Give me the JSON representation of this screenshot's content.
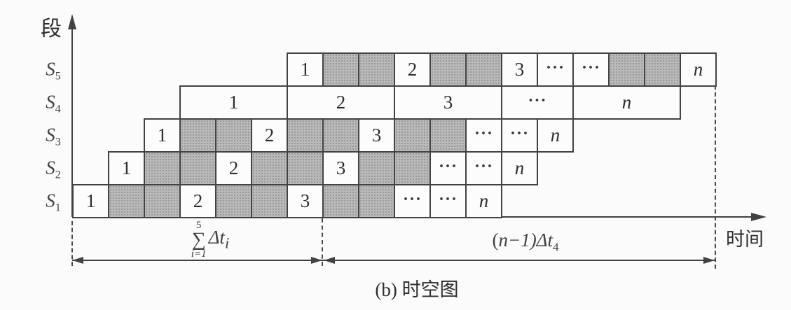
{
  "caption": "(b) 时空图",
  "axes": {
    "y_label": "段",
    "x_label": "时间"
  },
  "colors": {
    "line": "#424242",
    "background": "#fbfbfb",
    "cell_fill": "#fcfcfc",
    "idle_fill": "#b9b9b9",
    "idle_dot": "#979797"
  },
  "grid": {
    "rows": [
      {
        "name": "S5",
        "label_main": "S",
        "label_sub": "5",
        "start": 6,
        "cells": [
          {
            "w": 1,
            "t": "1"
          },
          {
            "w": 1,
            "t": "",
            "shaded": true
          },
          {
            "w": 1,
            "t": "",
            "shaded": true
          },
          {
            "w": 1,
            "t": "2"
          },
          {
            "w": 1,
            "t": "",
            "shaded": true
          },
          {
            "w": 1,
            "t": "",
            "shaded": true
          },
          {
            "w": 1,
            "t": "3"
          },
          {
            "w": 1,
            "t": "···"
          },
          {
            "w": 1,
            "t": "···"
          },
          {
            "w": 1,
            "t": "",
            "shaded": true
          },
          {
            "w": 1,
            "t": "",
            "shaded": true
          },
          {
            "w": 1,
            "t": "n",
            "italic": true
          }
        ]
      },
      {
        "name": "S4",
        "label_main": "S",
        "label_sub": "4",
        "start": 3,
        "cells": [
          {
            "w": 3,
            "t": "1"
          },
          {
            "w": 3,
            "t": "2"
          },
          {
            "w": 3,
            "t": "3"
          },
          {
            "w": 2,
            "t": "···"
          },
          {
            "w": 3,
            "t": "n",
            "italic": true
          }
        ]
      },
      {
        "name": "S3",
        "label_main": "S",
        "label_sub": "3",
        "start": 2,
        "cells": [
          {
            "w": 1,
            "t": "1"
          },
          {
            "w": 1,
            "t": "",
            "shaded": true
          },
          {
            "w": 1,
            "t": "",
            "shaded": true
          },
          {
            "w": 1,
            "t": "2"
          },
          {
            "w": 1,
            "t": "",
            "shaded": true
          },
          {
            "w": 1,
            "t": "",
            "shaded": true
          },
          {
            "w": 1,
            "t": "3"
          },
          {
            "w": 1,
            "t": "",
            "shaded": true
          },
          {
            "w": 1,
            "t": "",
            "shaded": true
          },
          {
            "w": 1,
            "t": "···"
          },
          {
            "w": 1,
            "t": "···"
          },
          {
            "w": 1,
            "t": "n",
            "italic": true
          }
        ]
      },
      {
        "name": "S2",
        "label_main": "S",
        "label_sub": "2",
        "start": 1,
        "cells": [
          {
            "w": 1,
            "t": "1"
          },
          {
            "w": 1,
            "t": "",
            "shaded": true
          },
          {
            "w": 1,
            "t": "",
            "shaded": true
          },
          {
            "w": 1,
            "t": "2"
          },
          {
            "w": 1,
            "t": "",
            "shaded": true
          },
          {
            "w": 1,
            "t": "",
            "shaded": true
          },
          {
            "w": 1,
            "t": "3"
          },
          {
            "w": 1,
            "t": "",
            "shaded": true
          },
          {
            "w": 1,
            "t": "",
            "shaded": true
          },
          {
            "w": 1,
            "t": "···"
          },
          {
            "w": 1,
            "t": "···"
          },
          {
            "w": 1,
            "t": "n",
            "italic": true
          }
        ]
      },
      {
        "name": "S1",
        "label_main": "S",
        "label_sub": "1",
        "start": 0,
        "cells": [
          {
            "w": 1,
            "t": "1"
          },
          {
            "w": 1,
            "t": "",
            "shaded": true
          },
          {
            "w": 1,
            "t": "",
            "shaded": true
          },
          {
            "w": 1,
            "t": "2"
          },
          {
            "w": 1,
            "t": "",
            "shaded": true
          },
          {
            "w": 1,
            "t": "",
            "shaded": true
          },
          {
            "w": 1,
            "t": "3"
          },
          {
            "w": 1,
            "t": "",
            "shaded": true
          },
          {
            "w": 1,
            "t": "",
            "shaded": true
          },
          {
            "w": 1,
            "t": "···"
          },
          {
            "w": 1,
            "t": "···"
          },
          {
            "w": 1,
            "t": "n",
            "italic": true
          }
        ]
      }
    ]
  },
  "dimensions": {
    "left": {
      "sigma_upper": "5",
      "sigma": "∑",
      "sigma_lower": "i=1",
      "term_delta": "Δt",
      "term_sub": "i"
    },
    "right": {
      "open_paren": "(",
      "var_n": "n",
      "rest": "−1)Δt",
      "sub": "4"
    }
  }
}
